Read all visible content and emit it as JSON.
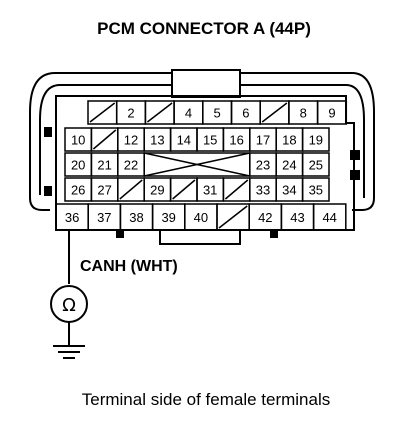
{
  "title": "PCM CONNECTOR A (44P)",
  "signal_label": "CANH (WHT)",
  "meter_symbol": "Ω",
  "caption": "Terminal side of female terminals",
  "connector": {
    "rows": [
      [
        "",
        "2",
        "",
        "4",
        "5",
        "6",
        "",
        "8",
        "9"
      ],
      [
        "10",
        "",
        "12",
        "13",
        "14",
        "15",
        "16",
        "17",
        "18",
        "19"
      ],
      [
        "20",
        "21",
        "22",
        "",
        "",
        "",
        "",
        "23",
        "24",
        "25"
      ],
      [
        "26",
        "27",
        "",
        "29",
        "",
        "31",
        "",
        "33",
        "34",
        "35"
      ],
      [
        "36",
        "37",
        "38",
        "39",
        "40",
        "",
        "42",
        "43",
        "44"
      ]
    ],
    "probed_terminal": "36"
  }
}
